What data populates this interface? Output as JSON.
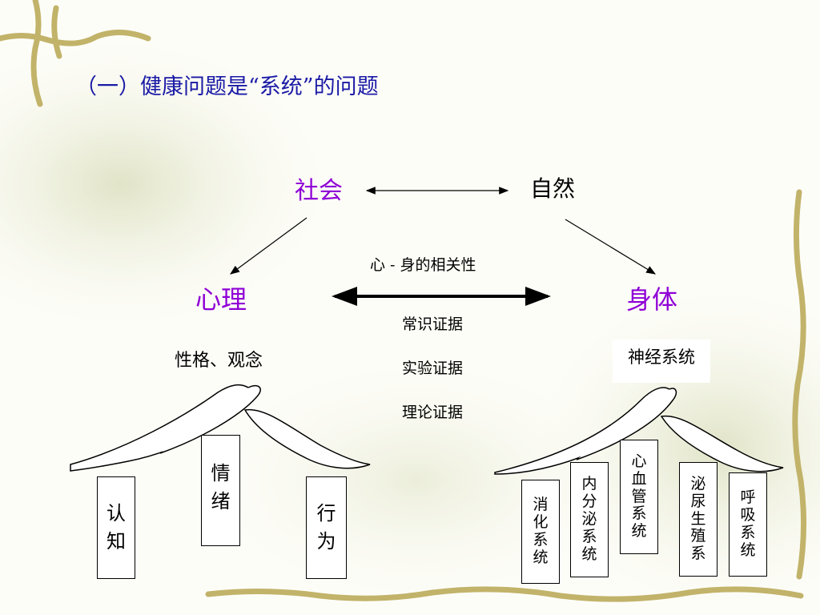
{
  "title": "（一）健康问题是“系统”的问题",
  "nodes": {
    "society": "社会",
    "nature": "自然",
    "psychology": "心理",
    "body": "身体"
  },
  "link_label": "心 - 身的相关性",
  "evidence": [
    "常识证据",
    "实验证据",
    "理论证据"
  ],
  "psychology_branch": {
    "header": "性格、观念",
    "pillars": [
      {
        "chars": [
          "认",
          "知"
        ]
      },
      {
        "chars": [
          "情",
          "绪"
        ]
      },
      {
        "chars": [
          "行",
          "为"
        ]
      }
    ]
  },
  "body_branch": {
    "header": "神经系统",
    "pillars": [
      {
        "chars": [
          "消",
          "化",
          "系",
          "统"
        ]
      },
      {
        "chars": [
          "内",
          "分",
          "泌",
          "系",
          "统"
        ]
      },
      {
        "chars": [
          "心",
          "血",
          "管",
          "系",
          "统"
        ]
      },
      {
        "chars": [
          "泌",
          "尿",
          "生",
          "殖",
          "系"
        ]
      },
      {
        "chars": [
          "呼",
          "吸",
          "系",
          "统"
        ]
      }
    ]
  },
  "colors": {
    "title": "#1a1aa6",
    "node_accent": "#8f00d6"
  }
}
